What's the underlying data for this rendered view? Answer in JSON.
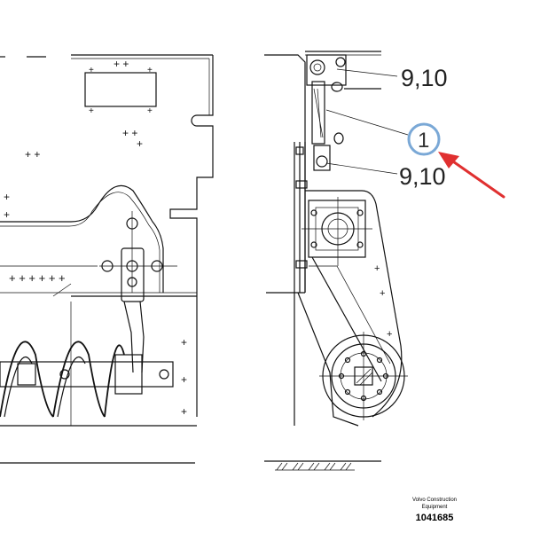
{
  "callouts": {
    "upper_label": "9,10",
    "highlighted_label": "1",
    "lower_label": "9,10"
  },
  "footer": {
    "company_line1": "Volvo Construction",
    "company_line2": "Equipment",
    "drawing_number": "1041685"
  },
  "colors": {
    "highlight_circle": "#7aa8d6",
    "arrow": "#e03030",
    "line": "#111111"
  },
  "icons": {
    "pointer": "red-arrow-icon"
  }
}
